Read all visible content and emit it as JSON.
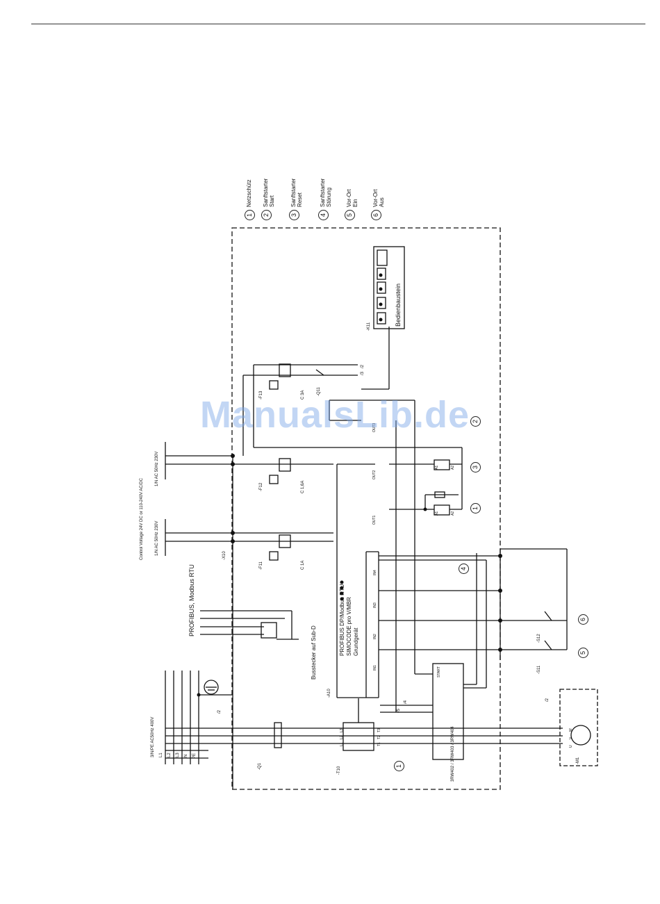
{
  "legend": [
    {
      "num": "1",
      "line1": "Netzschütz",
      "line2": ""
    },
    {
      "num": "2",
      "line1": "Sanftstarter",
      "line2": "Start"
    },
    {
      "num": "3",
      "line1": "Sanftstarter",
      "line2": "Reset"
    },
    {
      "num": "4",
      "line1": "Sanftstarter",
      "line2": "Störung"
    },
    {
      "num": "5",
      "line1": "Vor-Ort",
      "line2": "Ein"
    },
    {
      "num": "6",
      "line1": "Vor-Ort",
      "line2": "Aus"
    }
  ],
  "labels": {
    "control_voltage": "Control Voltage 24V DC or 110-240V AC/DC",
    "supply_1n_a": "1/N AC 50Hz 230V",
    "supply_1n_b": "1/N AC 50Hz 230V",
    "supply_3n": "3/N/PE AC50Hz 400V",
    "profibus": "PROFIBUS, Modbus RTU",
    "bus_plug": "Busstecker auf Sub-D",
    "simocode_1": "PROFIBUS DP/Modbus RTU",
    "simocode_2": "SIMOCODE pro V/MBR",
    "simocode_3": "Grundgerät",
    "bedienbaustein": "Bedienbaustein",
    "f11": "-F11",
    "f11_rating": "C 1A",
    "f12": "-F12",
    "f12_rating": "C 1,6A",
    "f13": "-F13",
    "f13_rating": "C 3A",
    "q1": "-Q1",
    "q11": "-Q11",
    "t10": "-T10",
    "x10": "-X10",
    "a10": "-A10",
    "k11": "-K11",
    "m1": "-M1",
    "s11": "-S11",
    "s12": "-S12",
    "q1_sirius": "3RW402 / 3RW403 / 3RW404",
    "l1": "L1",
    "l2": "L2",
    "l3": "L3",
    "n": "N",
    "pe": "PE",
    "ref_2": "/2",
    "ref_3": "/3",
    "ref_4": "/4",
    "ref_5": "/5",
    "ref_2b": "/2",
    "ref_2c": "/2",
    "out1": "OUT1",
    "out2": "OUT2",
    "out3": "OUT3",
    "in1": "IN1",
    "in2": "IN2",
    "in3": "IN3",
    "in4": "IN4",
    "start": "START",
    "a1": "A1",
    "a2": "A2",
    "u": "U",
    "v": "V",
    "w": "W",
    "t1": "T1",
    "t2": "T2",
    "t3": "T3",
    "l1_c": "L1",
    "l2_c": "L2",
    "l3_c": "L3"
  },
  "watermark": "ManualsLib.de"
}
